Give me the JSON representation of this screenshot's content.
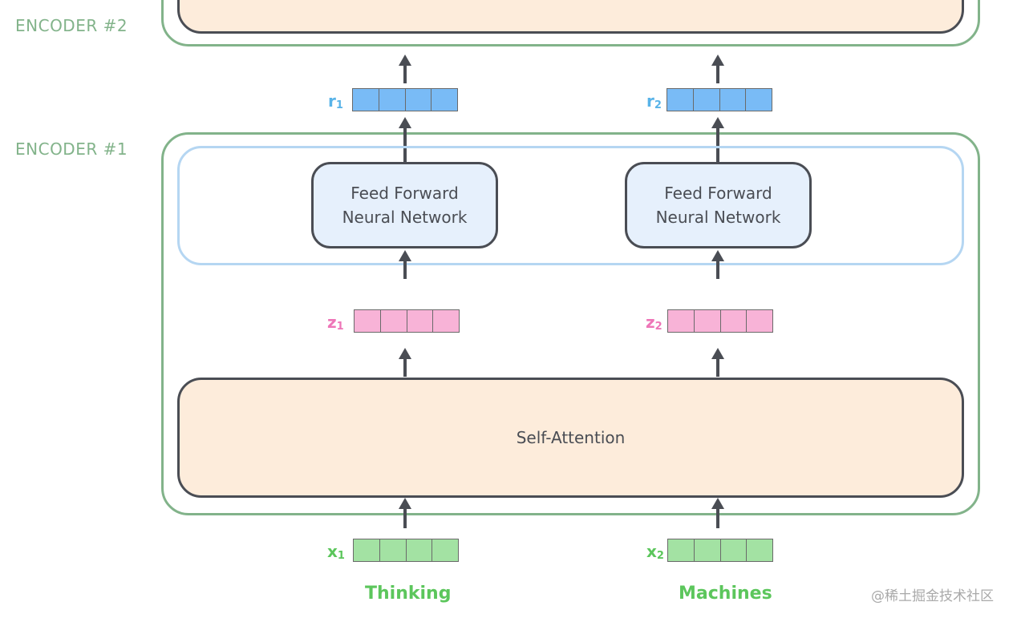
{
  "encoders": {
    "encoder2_label": "ENCODER #2",
    "encoder1_label": "ENCODER #1"
  },
  "layers": {
    "ffn_line1": "Feed Forward",
    "ffn_line2": "Neural Network",
    "self_attention": "Self-Attention"
  },
  "vectors": {
    "x1": {
      "base": "x",
      "sub": "1"
    },
    "x2": {
      "base": "x",
      "sub": "2"
    },
    "z1": {
      "base": "z",
      "sub": "1"
    },
    "z2": {
      "base": "z",
      "sub": "2"
    },
    "r1": {
      "base": "r",
      "sub": "1"
    },
    "r2": {
      "base": "r",
      "sub": "2"
    }
  },
  "words": {
    "word1": "Thinking",
    "word2": "Machines"
  },
  "watermark": "@稀土掘金技术社区",
  "colors": {
    "encoder_border": "#82b38a",
    "ffn_band": "#b5d6f2",
    "attention_fill": "#fdecdb",
    "ffn_fill": "#e6f0fc",
    "x_vector": "#a3e2a3",
    "z_vector": "#f8b3d7",
    "r_vector": "#79bbf6"
  }
}
